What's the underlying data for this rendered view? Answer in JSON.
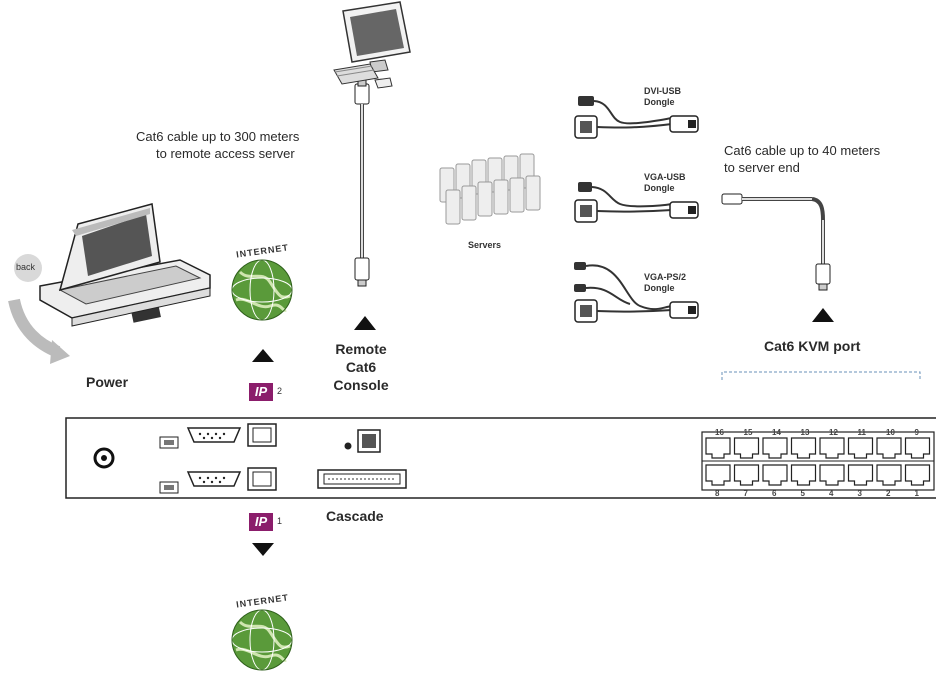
{
  "labels": {
    "cat6_remote": [
      "Cat6 cable up to 300 meters",
      "to remote access server"
    ],
    "remote_console": [
      "Remote",
      "Cat6",
      "Console"
    ],
    "servers": "Servers",
    "dvi_usb": [
      "DVI-USB",
      "Dongle"
    ],
    "vga_usb": [
      "VGA-USB",
      "Dongle"
    ],
    "vga_ps2": [
      "VGA-PS/2",
      "Dongle"
    ],
    "cat6_server": [
      "Cat6 cable up to 40 meters",
      "to server end"
    ],
    "kvm_port": "Cat6 KVM port",
    "power": "Power",
    "cascade": "Cascade",
    "back": "back",
    "internet_top": "INTERNET",
    "internet_bottom": "INTERNET",
    "ip_top": "IP",
    "ip_top_num": "2",
    "ip_bottom": "IP",
    "ip_bottom_num": "1",
    "port_numbers_top": [
      "16",
      "15",
      "14",
      "13",
      "12",
      "11",
      "10",
      "9"
    ],
    "port_numbers_bottom": [
      "8",
      "7",
      "6",
      "5",
      "4",
      "3",
      "2",
      "1"
    ]
  },
  "colors": {
    "ip_badge": "#8b1d6b",
    "globe": "#5a9a3a",
    "panel_line": "#222222"
  }
}
